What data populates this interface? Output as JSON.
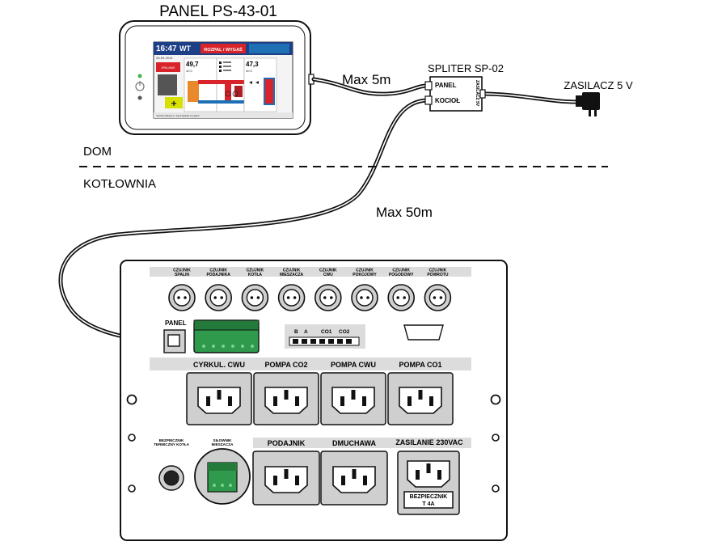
{
  "panel": {
    "title": "PANEL PS-43-01",
    "screen": {
      "clock": "16:47",
      "day": "WT",
      "date": "28-09-2014",
      "mode_button": "ROZPAL / WYGAŚ",
      "temp_left": "49,7",
      "temp_left_sub": "40,0",
      "temp_right": "47,3",
      "temp_right_sub": "40,0",
      "stop_badge": "SPALANIE",
      "plus_glyph": "+",
      "footer": "TRYB PRACY: AUTOMATYCZNY"
    }
  },
  "cables": {
    "panel_to_splitter": "Max 5m",
    "splitter_to_boiler": "Max 50m"
  },
  "splitter": {
    "title": "SPLITER SP-02",
    "port_panel": "PANEL",
    "port_boiler": "KOCIOŁ",
    "port_power": "ZASILACZ 5V"
  },
  "power_supply": {
    "title": "ZASILACZ 5 V"
  },
  "zones": {
    "upper": "DOM",
    "lower": "KOTŁOWNIA"
  },
  "controller": {
    "sensors": [
      {
        "line1": "CZUJNIK",
        "line2": "SPALIN"
      },
      {
        "line1": "CZUJNIK",
        "line2": "PODAJNIKA"
      },
      {
        "line1": "CZUJNIK",
        "line2": "KOTŁA"
      },
      {
        "line1": "CZUJNIK",
        "line2": "MIESZACZA"
      },
      {
        "line1": "CZUJNIK",
        "line2": "CWU"
      },
      {
        "line1": "CZUJNIK",
        "line2": "POKOJOWY"
      },
      {
        "line1": "CZUJNIK",
        "line2": "POGODOWY"
      },
      {
        "line1": "CZUJNIK",
        "line2": "POWROTU"
      }
    ],
    "panel_port": "PANEL",
    "bus_labels": [
      "B",
      "A",
      "CO1",
      "CO2"
    ],
    "outputs_top": [
      "CYRKUL. CWU",
      "POMPA CO2",
      "POMPA CWU",
      "POMPA CO1"
    ],
    "safety_line1": "BEZPIECZNIK",
    "safety_line2": "TERMICZNY KOTŁA",
    "mixer_line1": "SIŁOWNIK",
    "mixer_line2": "MIESZACZA",
    "outputs_bottom": [
      "PODAJNIK",
      "DMUCHAWA"
    ],
    "mains": "ZASILANIE 230VAC",
    "fuse_line1": "BEZPIECZNIK",
    "fuse_line2": "T 4A"
  },
  "colors": {
    "terminal_green": "#2f9a4b",
    "screen_red": "#d8232a",
    "screen_blue": "#1f6fb4",
    "screen_orange": "#e8892b",
    "panel_grey": "#dcdcdc",
    "line": "#111111"
  }
}
